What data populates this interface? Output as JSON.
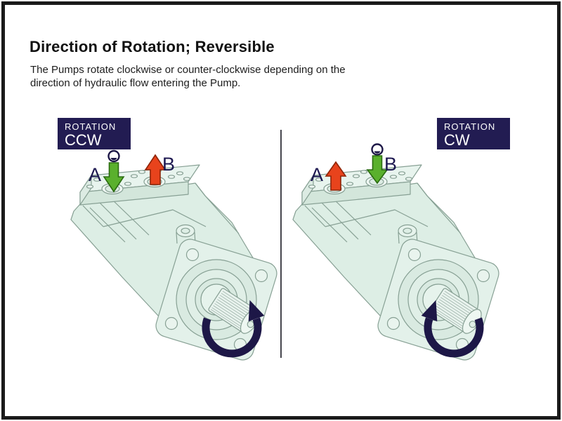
{
  "slide": {
    "title": "Direction of Rotation; Reversible",
    "subtitle_line1": "The Pumps rotate clockwise or counter-clockwise depending on the",
    "subtitle_line2": "direction of hydraulic flow entering the Pump."
  },
  "colors": {
    "badge_background": "#221c52",
    "badge_text": "#ffffff",
    "arrow_green": "#5ab02d",
    "arrow_red": "#e8431c",
    "rotation_arrow_navy": "#1d1747",
    "port_letter_navy": "#1c1750",
    "pump_body_fill": "#ddeee5",
    "pump_outline": "#87a094",
    "frame_border": "#1a1a1a"
  },
  "panels": [
    {
      "badge_line1": "ROTATION",
      "badge_line2": "CCW",
      "shaft_rotation": "counter-clockwise",
      "ports": [
        {
          "label": "A",
          "arrow_direction": "down"
        },
        {
          "label": "B",
          "arrow_direction": "up"
        }
      ]
    },
    {
      "badge_line1": "ROTATION",
      "badge_line2": "CW",
      "shaft_rotation": "clockwise",
      "ports": [
        {
          "label": "A",
          "arrow_direction": "up"
        },
        {
          "label": "B",
          "arrow_direction": "down"
        }
      ]
    }
  ]
}
